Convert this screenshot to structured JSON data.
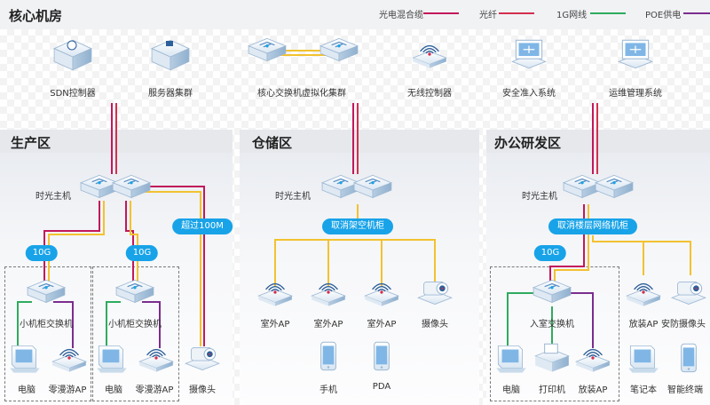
{
  "colors": {
    "hybrid": "#c2185b",
    "fiber": "#d32f4f",
    "gig": "#2eab5f",
    "poe": "#7b2d8e",
    "copper": "#f2c230",
    "accent": "#18a3e8"
  },
  "core": {
    "title": "核心机房",
    "nodes": [
      {
        "label": "SDN控制器",
        "icon": "sdn-controller-icon"
      },
      {
        "label": "服务器集群",
        "icon": "server-cluster-icon"
      },
      {
        "label": "核心交换机虚拟化集群",
        "icon": "core-switch-icon"
      },
      {
        "label": "无线控制器",
        "icon": "wireless-controller-icon"
      },
      {
        "label": "安全准入系统",
        "icon": "security-access-icon"
      },
      {
        "label": "运维管理系统",
        "icon": "ops-management-icon"
      }
    ]
  },
  "legend": [
    "光电混合缆",
    "光纤",
    "1G网线",
    "POE供电"
  ],
  "zones": {
    "production": {
      "title": "生产区",
      "host": "时光主机",
      "uplink_left": "10G",
      "uplink_right": "10G",
      "long_link": "超过100M",
      "cab_left": "小机柜交换机",
      "cab_right": "小机柜交换机",
      "devices": [
        "电脑",
        "零漫游AP",
        "电脑",
        "零漫游AP",
        "摄像头"
      ]
    },
    "warehouse": {
      "title": "仓储区",
      "host": "时光主机",
      "pill": "取消架空机柜",
      "row1": [
        "室外AP",
        "室外AP",
        "室外AP",
        "摄像头"
      ],
      "row2": [
        "手机",
        "PDA"
      ]
    },
    "office": {
      "title": "办公研发区",
      "host": "时光主机",
      "pill": "取消楼层网络机柜",
      "uplink": "10G",
      "switch": "入室交换机",
      "devices": [
        "电脑",
        "打印机",
        "放装AP"
      ],
      "right_row1": [
        "放装AP",
        "安防摄像头"
      ],
      "right_row2": [
        "笔记本",
        "智能终端"
      ]
    }
  }
}
